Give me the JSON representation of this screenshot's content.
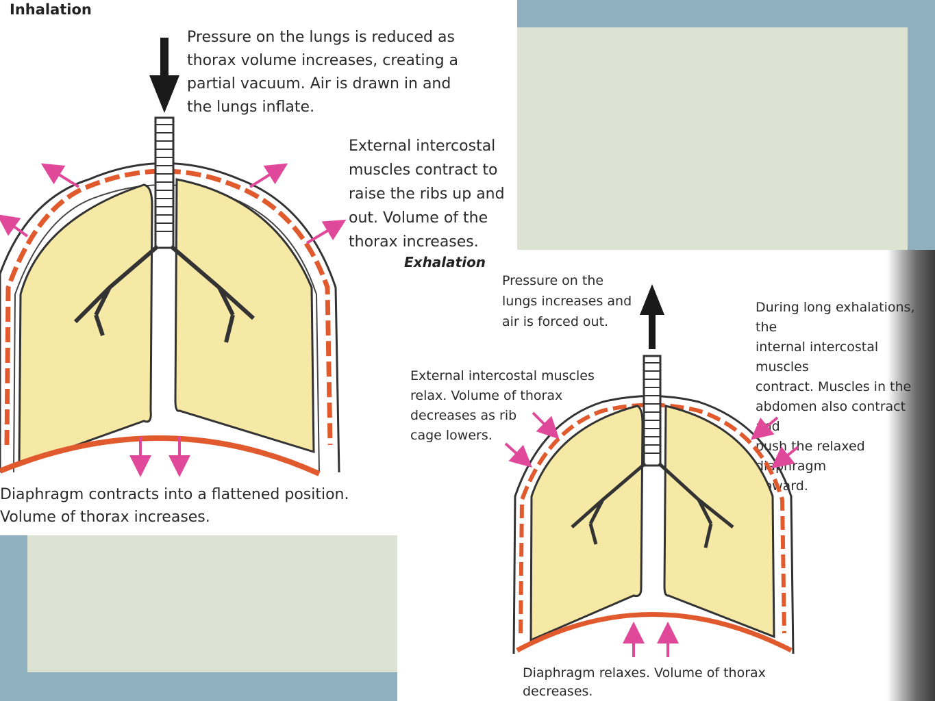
{
  "inhalation": {
    "title": "Inhalation",
    "pressure_text": "Pressure on the lungs is reduced as\nthorax volume increases, creating a\npartial vacuum. Air is drawn in and\nthe lungs inflate.",
    "intercostal_text": "External intercostal\nmuscles contract to\nraise the ribs up and\nout. Volume of the\nthorax increases.",
    "diaphragm_text": "Diaphragm contracts into a flattened position.\nVolume of thorax increases."
  },
  "exhalation": {
    "title": "Exhalation",
    "pressure_text": "Pressure on the\nlungs increases and\nair is forced out.",
    "long_exhalation_text": "During long exhalations, the\ninternal intercostal muscles\ncontract. Muscles in the\nabdomen also contract and\npush the relaxed diaphragm\nupward.",
    "intercostal_text": "External intercostal muscles\nrelax. Volume of thorax\ndecreases as rib\ncage lowers.",
    "diaphragm_text": "Diaphragm relaxes. Volume of thorax\ndecreases."
  },
  "colors": {
    "lung_fill": "#f6e9a6",
    "muscle": "#e05a2e",
    "arrow_pink": "#e0489a",
    "arrow_black": "#1a1a1a",
    "canvas": "#dde3d3",
    "frame": "#8fb0bf"
  }
}
